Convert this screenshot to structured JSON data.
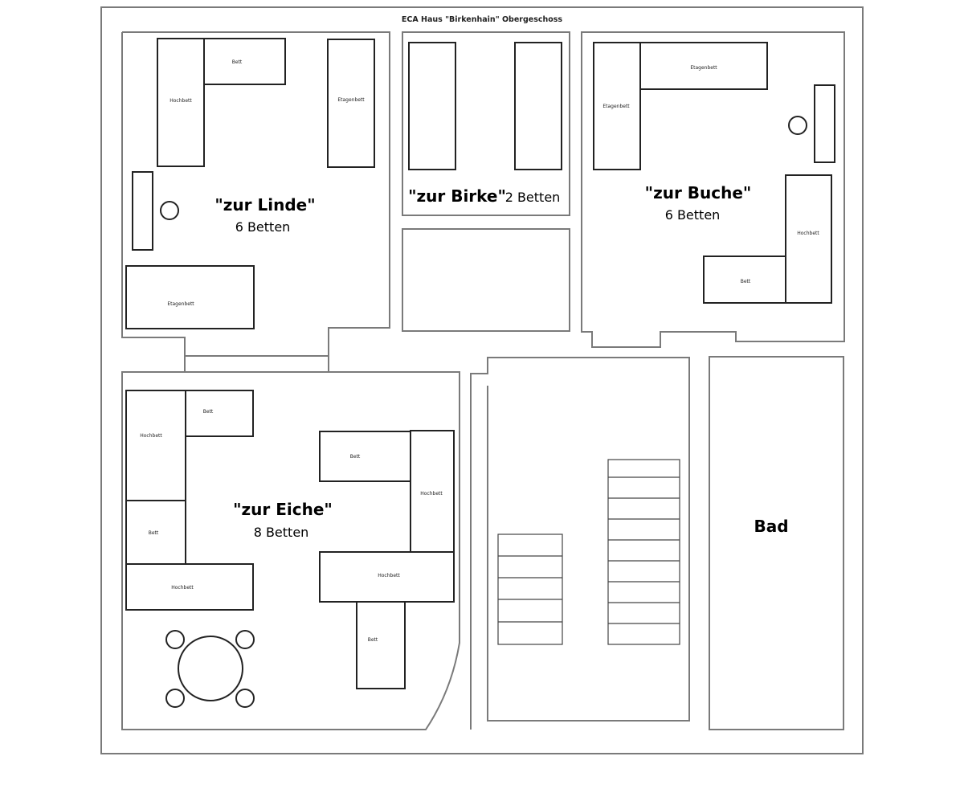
{
  "title": "ECA Haus \"Birkenhain\" Obergeschoss",
  "rooms": {
    "linde": {
      "name": "\"zur Linde\"",
      "beds": "6 Betten"
    },
    "birke": {
      "name": "\"zur Birke\"",
      "beds": "2 Betten"
    },
    "buche": {
      "name": "\"zur Buche\"",
      "beds": "6 Betten"
    },
    "eiche": {
      "name": "\"zur Eiche\"",
      "beds": "8 Betten"
    },
    "bad": {
      "name": "Bad"
    }
  },
  "furniture": {
    "hochbett": "Hochbett",
    "bett": "Bett",
    "etagenbett": "Etagenbett"
  }
}
